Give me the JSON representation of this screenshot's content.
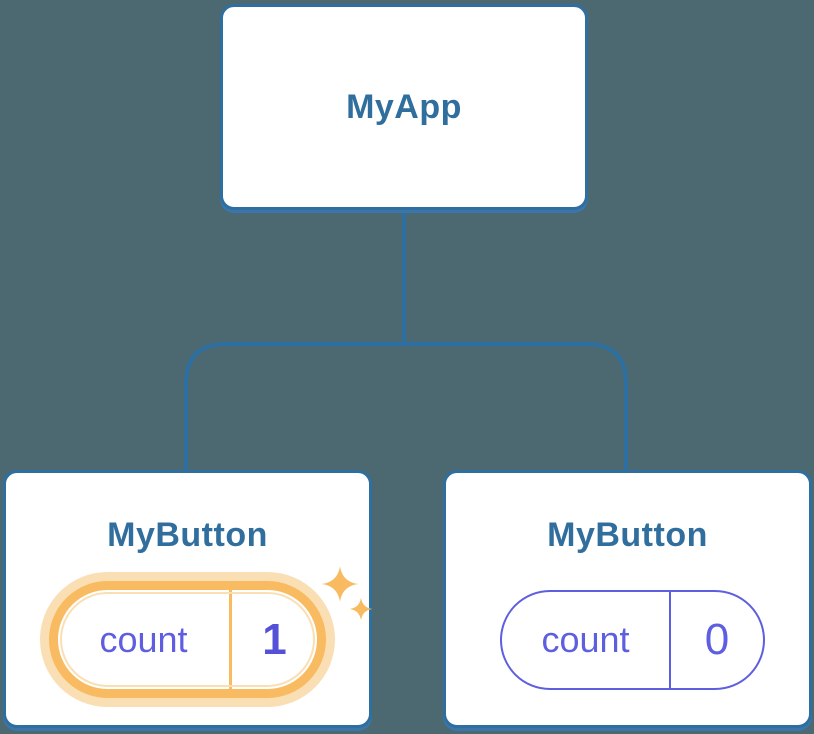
{
  "tree": {
    "root": {
      "label": "MyApp"
    },
    "children": [
      {
        "label": "MyButton",
        "state": {
          "key": "count",
          "value": "1"
        },
        "highlighted": true
      },
      {
        "label": "MyButton",
        "state": {
          "key": "count",
          "value": "0"
        },
        "highlighted": false
      }
    ]
  },
  "icons": {
    "sparkles": "sparkles-icon"
  },
  "colors": {
    "page_background": "#4c6972",
    "card_border": "#2e6fa0",
    "card_shadow": "#3a76ab",
    "connector": "#2d6fa1",
    "title_text": "#306e9d",
    "highlight_orange": "#f9bb61",
    "highlight_glow": "#fadfb5",
    "state_purple": "#5e5ee0",
    "state_value_bold": "#5450d8"
  }
}
